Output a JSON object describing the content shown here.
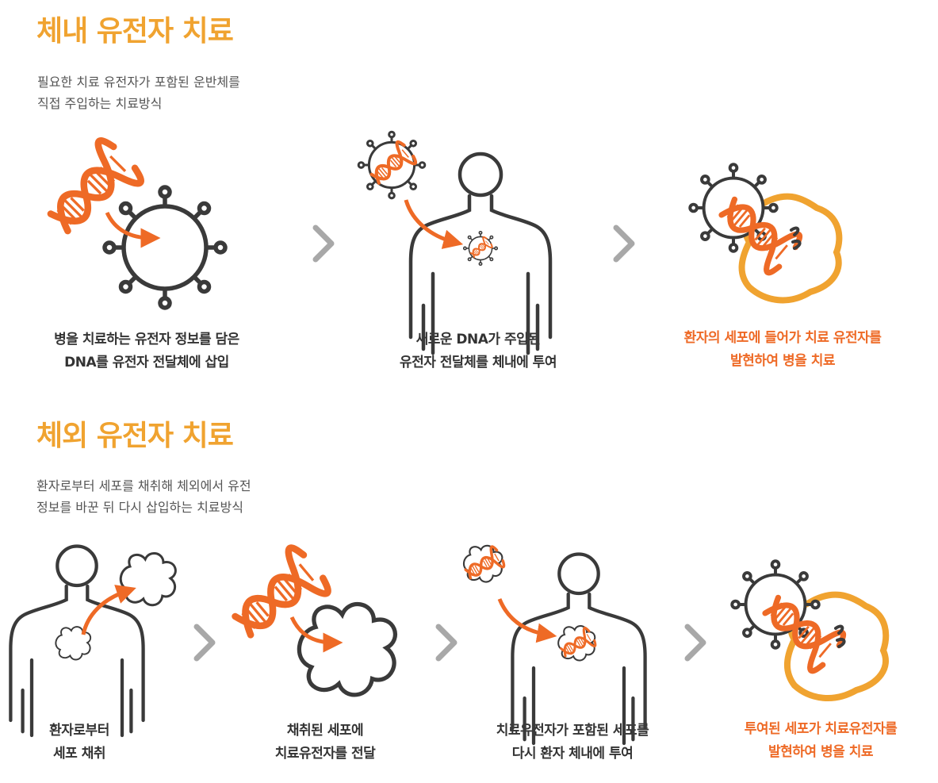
{
  "colors": {
    "title": "#f0a330",
    "accent": "#ee6a26",
    "outline": "#3a3a3a",
    "arrow_gray": "#a8a8a8",
    "cell_yellow": "#f0a330"
  },
  "in_vivo": {
    "title": "체내 유전자 치료",
    "desc_line1": "필요한 치료 유전자가 포함된 운반체를",
    "desc_line2": "직접 주입하는 치료방식",
    "steps": [
      {
        "line1": "병을 치료하는 유전자 정보를 담은",
        "line2": "DNA를 유전자 전달체에 삽입"
      },
      {
        "line1": "새로운 DNA가 주입된",
        "line2": "유전자 전달체를 체내에 투여"
      },
      {
        "line1": "환자의 세포에 들어가 치료 유전자를",
        "line2": "발현하여 병을 치료"
      }
    ]
  },
  "ex_vivo": {
    "title": "체외 유전자 치료",
    "desc_line1": "환자로부터 세포를 채취해 체외에서 유전",
    "desc_line2": "정보를 바꾼 뒤 다시 삽입하는 치료방식",
    "steps": [
      {
        "line1": "환자로부터",
        "line2": "세포 채취"
      },
      {
        "line1": "채취된 세포에",
        "line2": "치료유전자를 전달"
      },
      {
        "line1": "치료유전자가 포함된 세포를",
        "line2": "다시 환자 체내에 투여"
      },
      {
        "line1": "투여된 세포가 치료유전자를",
        "line2": "발현하여 병을 치료"
      }
    ]
  },
  "icons": [
    "dna-icon",
    "virus-icon",
    "human-body-icon",
    "cell-icon",
    "chevron-right-icon",
    "arrow-icon"
  ]
}
